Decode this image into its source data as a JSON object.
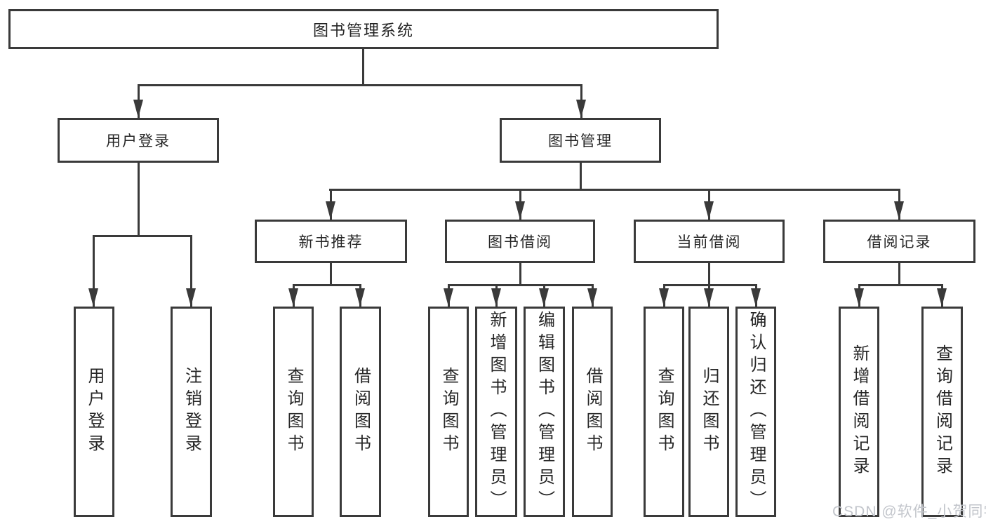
{
  "colors": {
    "background": "#ffffff",
    "line": "#3a3a3a",
    "box_border": "#3a3a3a",
    "text": "#262626",
    "watermark": "#c2c5cb"
  },
  "diagram": {
    "root": {
      "label": "图书管理系统"
    },
    "branches": {
      "user_login": {
        "label": "用户登录",
        "children": [
          "用户登录",
          "注销登录"
        ]
      },
      "book_mgmt": {
        "label": "图书管理",
        "children": {
          "new_books": {
            "label": "新书推荐",
            "children": [
              "查询图书",
              "借阅图书"
            ]
          },
          "book_borrow": {
            "label": "图书借阅",
            "children": [
              "查询图书",
              "新增图书（管理员）",
              "编辑图书（管理员）",
              "借阅图书"
            ]
          },
          "current_borrow": {
            "label": "当前借阅",
            "children": [
              "查询图书",
              "归还图书",
              "确认归还（管理员）"
            ]
          },
          "borrow_records": {
            "label": "借阅记录",
            "children": [
              "新增借阅记录",
              "查询借阅记录"
            ]
          }
        }
      }
    }
  },
  "watermark": {
    "text": "CSDN @软件_小贺同学"
  }
}
